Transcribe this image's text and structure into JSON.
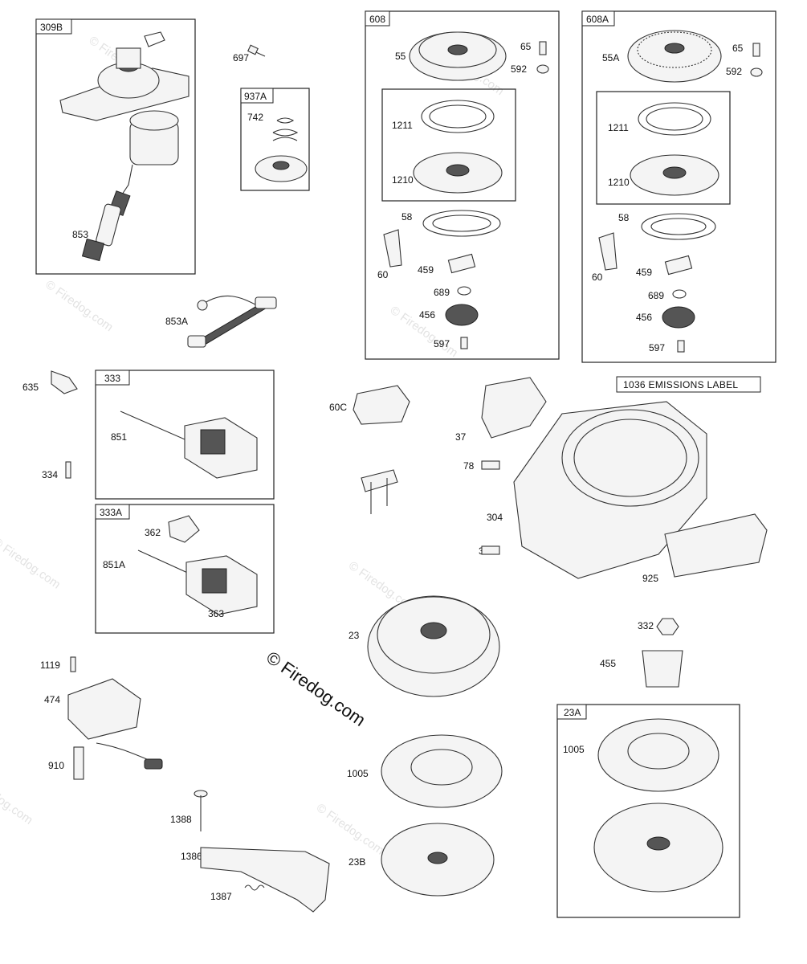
{
  "groups": {
    "g309b": "309B",
    "g937a": "937A",
    "g608": "608",
    "g608a": "608A",
    "g333": "333",
    "g333a": "333A",
    "g23a": "23A"
  },
  "emissions_label": "1036 EMISSIONS LABEL",
  "parts": {
    "p697": "697",
    "p742": "742",
    "p853": "853",
    "p853a": "853A",
    "p55": "55",
    "p65a": "65",
    "p592a": "592",
    "p1211a": "1211",
    "p1210a": "1210",
    "p58a": "58",
    "p60a": "60",
    "p459a": "459",
    "p689a": "689",
    "p456a": "456",
    "p597a": "597",
    "p55a": "55A",
    "p65b": "65",
    "p592b": "592",
    "p1211b": "1211",
    "p1210b": "1210",
    "p58b": "58",
    "p60b": "60",
    "p459b": "459",
    "p689b": "689",
    "p456b": "456",
    "p597b": "597",
    "p635": "635",
    "p851": "851",
    "p334": "334",
    "p362": "362",
    "p851a": "851A",
    "p363": "363",
    "p60c": "60C",
    "p37": "37",
    "p78": "78",
    "p304": "304",
    "p305": "305",
    "p925": "925",
    "p23": "23",
    "p332": "332",
    "p455": "455",
    "p1119": "1119",
    "p474": "474",
    "p910": "910",
    "p1005a": "1005",
    "p23b": "23B",
    "p1005b": "1005",
    "p1388": "1388",
    "p1386": "1386",
    "p1387": "1387"
  },
  "watermark": "© Firedog.com"
}
